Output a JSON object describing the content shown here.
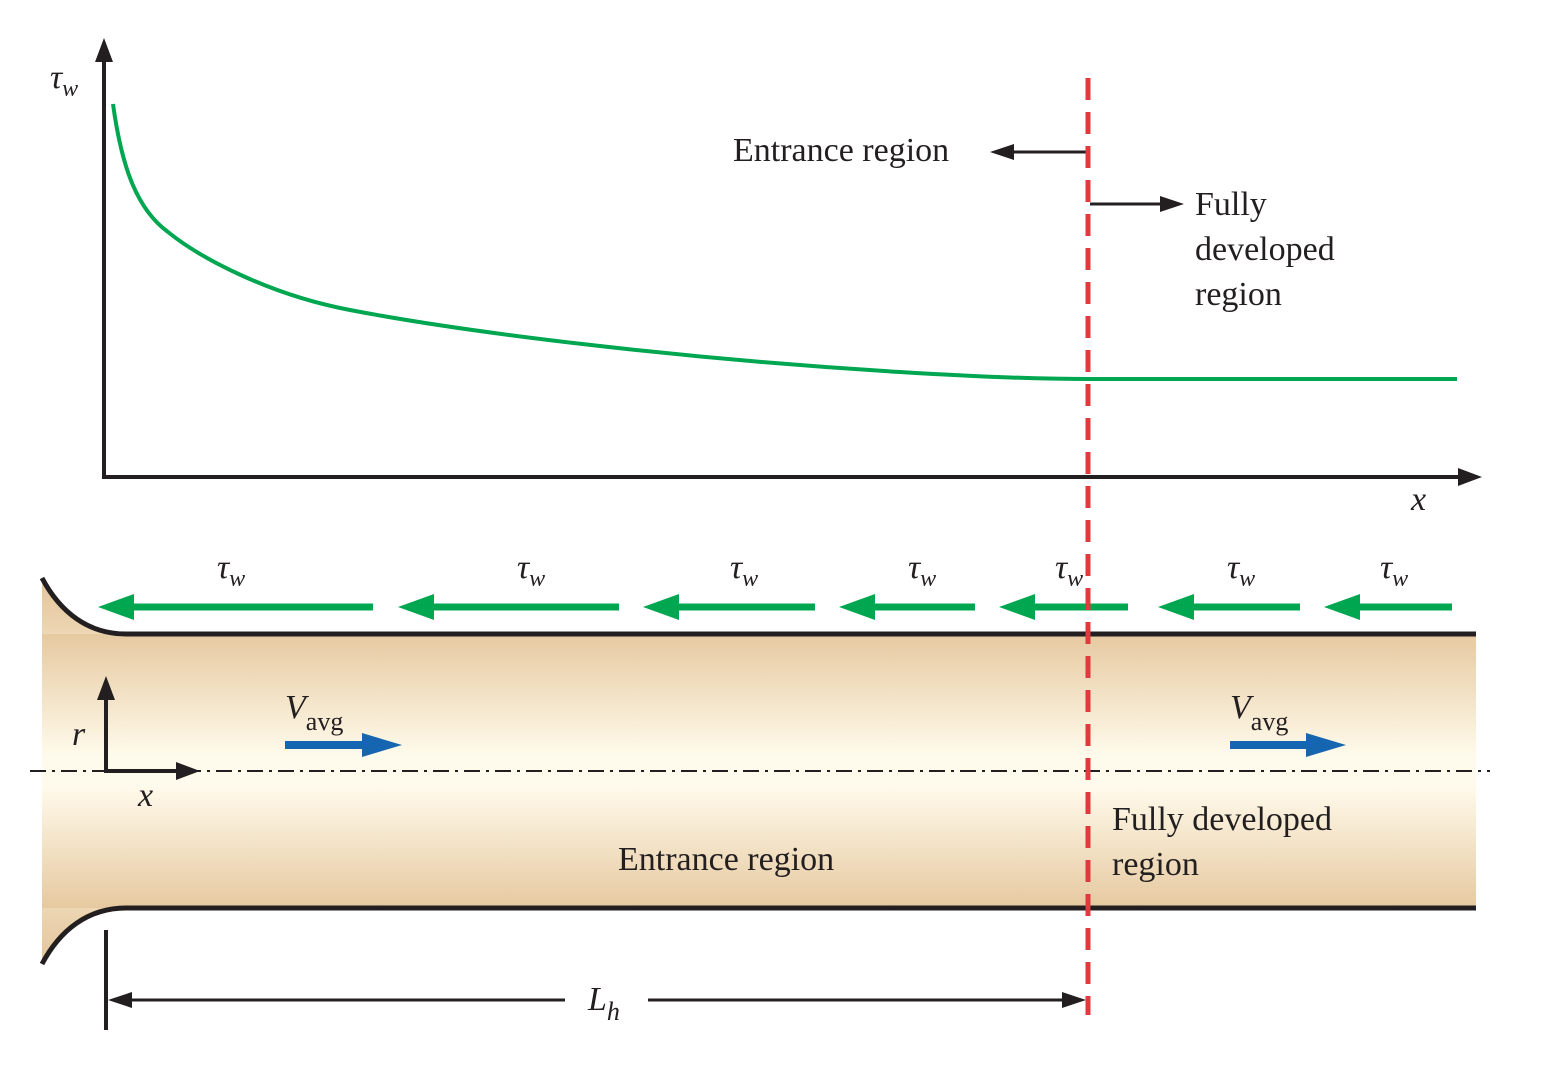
{
  "plot": {
    "y_axis_label": "τ",
    "y_axis_subscript": "w",
    "x_axis_label": "x"
  },
  "annotations": {
    "entrance_region_top": "Entrance region",
    "fully_developed_top_line1": "Fully",
    "fully_developed_top_line2": "developed",
    "fully_developed_top_line3": "region",
    "entrance_region_pipe": "Entrance region",
    "fully_developed_pipe_line1": "Fully developed",
    "fully_developed_pipe_line2": "region"
  },
  "shear_labels": {
    "symbol": "τ",
    "subscript": "w",
    "count": 7
  },
  "velocity": {
    "symbol": "V",
    "subscript": "avg"
  },
  "coordinates": {
    "r_label": "r",
    "x_label": "x"
  },
  "length": {
    "symbol": "L",
    "subscript": "h"
  },
  "colors": {
    "curve": "#00a650",
    "shear_arrows": "#00a650",
    "boundary_line": "#e03a3e",
    "velocity_arrows": "#1565b0",
    "pipe_fill_edge": "#e6c9a0",
    "pipe_fill_center": "#fffbec",
    "ink": "#231f20"
  }
}
